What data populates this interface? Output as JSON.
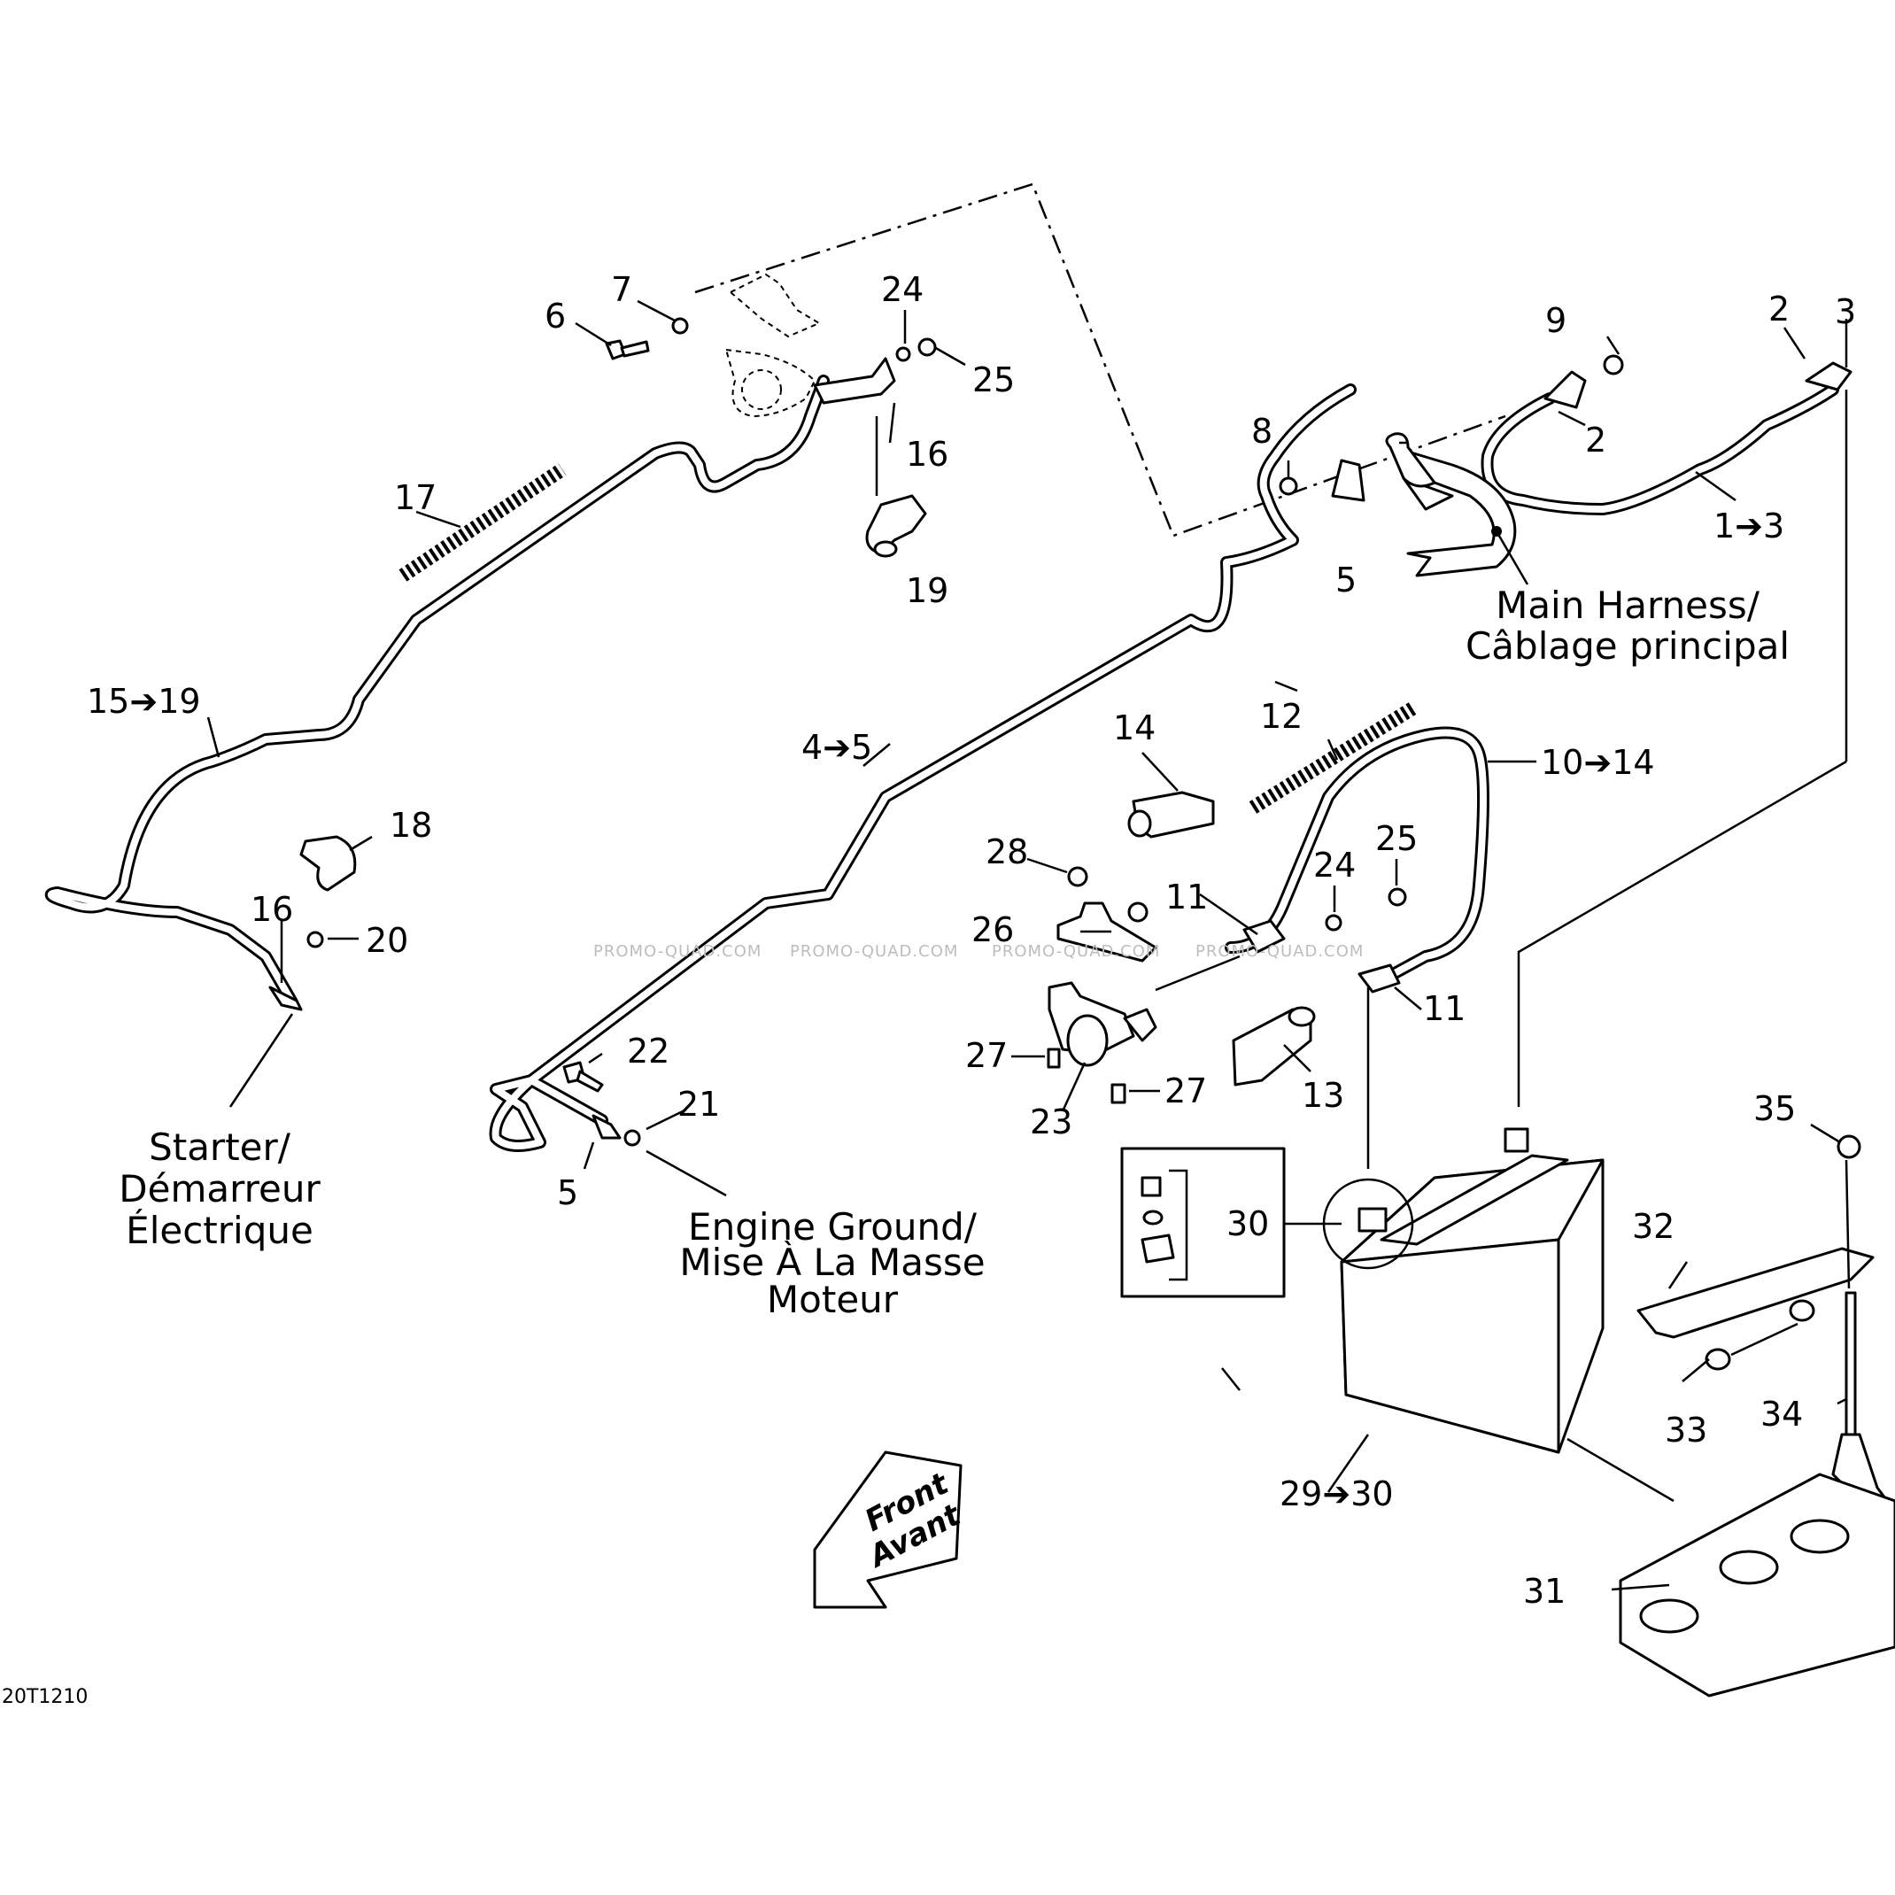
{
  "diagram_id": "20T1210",
  "watermark": "PROMO-QUAD.COM",
  "front_label": {
    "en": "Front",
    "fr": "Avant"
  },
  "captions": {
    "main_harness": [
      "Main Harness/",
      "Câblage principal"
    ],
    "starter": [
      "Starter/",
      "Démarreur",
      "Électrique"
    ],
    "engine_ground": [
      "Engine Ground/",
      "Mise À La Masse",
      "Moteur"
    ]
  },
  "callouts": [
    "1➔3",
    "2",
    "2",
    "3",
    "4➔5",
    "5",
    "5",
    "6",
    "7",
    "8",
    "9",
    "10➔14",
    "11",
    "11",
    "12",
    "13",
    "14",
    "15➔19",
    "16",
    "16",
    "17",
    "18",
    "19",
    "20",
    "21",
    "22",
    "23",
    "24",
    "24",
    "25",
    "25",
    "26",
    "27",
    "27",
    "28",
    "29➔30",
    "30",
    "31",
    "32",
    "33",
    "34",
    "35"
  ]
}
